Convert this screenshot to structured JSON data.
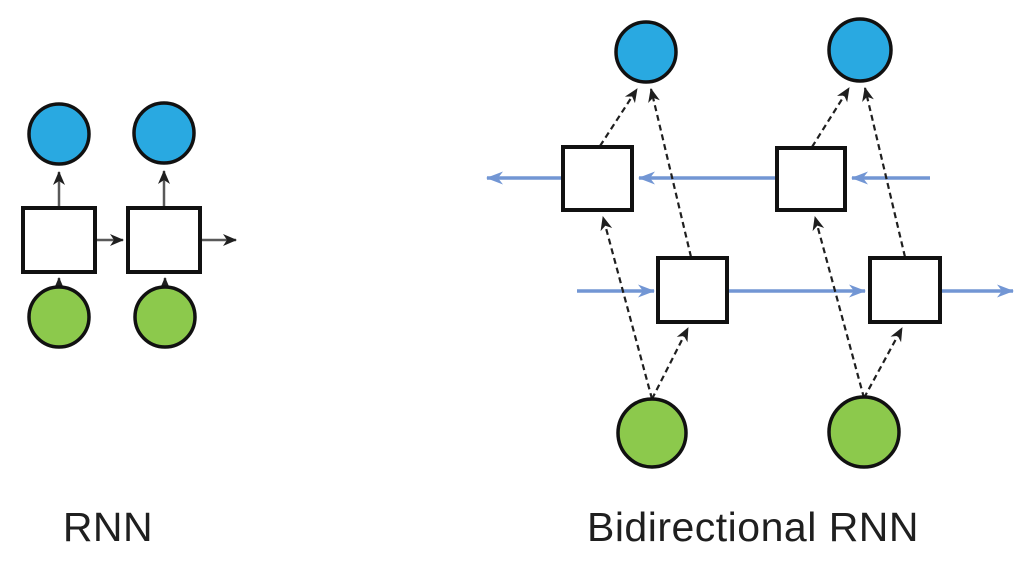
{
  "figure": {
    "background": "#FFFFFF",
    "diagrams": [
      {
        "id": "rnn",
        "label": "RNN",
        "node_counts": {
          "inputs": 2,
          "hidden": 2,
          "outputs": 2
        },
        "node_shapes": {
          "input": "green circle",
          "hidden": "white square",
          "output": "blue circle"
        },
        "edges": [
          "input-1 -> hidden-1 (up arrow)",
          "input-2 -> hidden-2 (up arrow)",
          "hidden-1 -> output-1 (up arrow)",
          "hidden-2 -> output-2 (up arrow)",
          "hidden-1 -> hidden-2 (right arrow)",
          "hidden-2 -> out-right (right arrow)"
        ]
      },
      {
        "id": "bidirectional-rnn",
        "label": "Bidirectional RNN",
        "node_counts": {
          "inputs": 2,
          "hidden_forward": 2,
          "hidden_backward": 2,
          "outputs": 2
        },
        "node_shapes": {
          "input": "green circle",
          "hidden": "white square",
          "output": "blue circle"
        },
        "edges": [
          "input-1 -> backward-1 (dashed up-left arrow)",
          "input-1 -> forward-1 (dashed up-right arrow)",
          "input-2 -> backward-2 (dashed up-left arrow)",
          "input-2 -> forward-2 (dashed up-right arrow)",
          "backward-1 -> output-1 (dashed up-right arrow)",
          "forward-1 -> output-1 (dashed up-left arrow)",
          "backward-2 -> output-2 (dashed up-right arrow)",
          "forward-2 -> output-2 (dashed up-left arrow)",
          "backward layer: blue arrows flowing right-to-left through backward-2 and backward-1",
          "forward layer: blue arrows flowing left-to-right through forward-1 and forward-2"
        ]
      }
    ]
  },
  "colors": {
    "input_node": "#8CC94C",
    "output_node": "#29A9E1",
    "hidden_node": "#FFFFFF",
    "node_border": "#111111",
    "connector": "#595959",
    "black_arrow": "#1F1F1F",
    "state_arrow": "#7296D4",
    "label_text": "#1F1F1F"
  }
}
